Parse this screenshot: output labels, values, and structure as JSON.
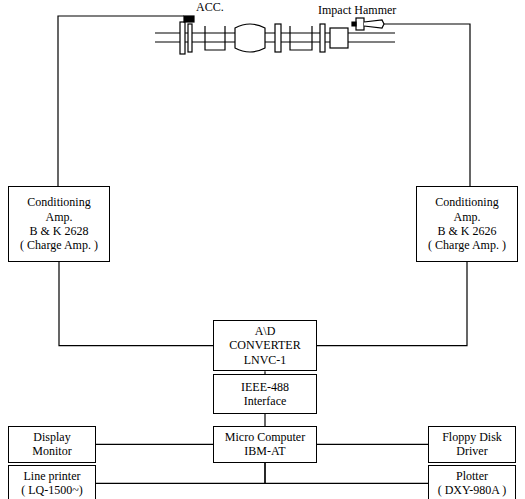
{
  "diagram": {
    "nodes": [
      {
        "text": [
          "Conditioning Amp.",
          "B & K 2628",
          "( Charge Amp. )"
        ]
      },
      {
        "text": [
          "Conditioning Amp.",
          "B & K 2626",
          "( Charge Amp. )"
        ]
      },
      {
        "text": [
          "A\\D CONVERTER",
          "LNVC-1"
        ]
      },
      {
        "text": [
          "IEEE-488",
          "Interface"
        ]
      },
      {
        "text": [
          "Display Monitor"
        ]
      },
      {
        "text": [
          "Micro Computer",
          "IBM-AT"
        ]
      },
      {
        "text": [
          "Floppy Disk Driver"
        ]
      },
      {
        "text": [
          "Line printer",
          "( LQ-1500~)"
        ]
      },
      {
        "text": [
          "Plotter",
          "( DXY-980A )"
        ]
      }
    ],
    "edges": [
      {
        "from": 0,
        "to": 2,
        "arrow": "none"
      },
      {
        "from": 1,
        "to": 2,
        "arrow": "none"
      },
      {
        "from": 2,
        "to": 3,
        "arrow": "none"
      },
      {
        "from": 3,
        "to": 5,
        "arrow": "none"
      },
      {
        "from": 4,
        "to": 5,
        "arrow": "none"
      },
      {
        "from": 5,
        "to": 6,
        "arrow": "none"
      },
      {
        "from": 5,
        "to": 7,
        "arrow": "none"
      },
      {
        "from": 5,
        "to": 8,
        "arrow": "none"
      }
    ],
    "labels": [
      "ACC.",
      "Impact Hammer"
    ]
  }
}
